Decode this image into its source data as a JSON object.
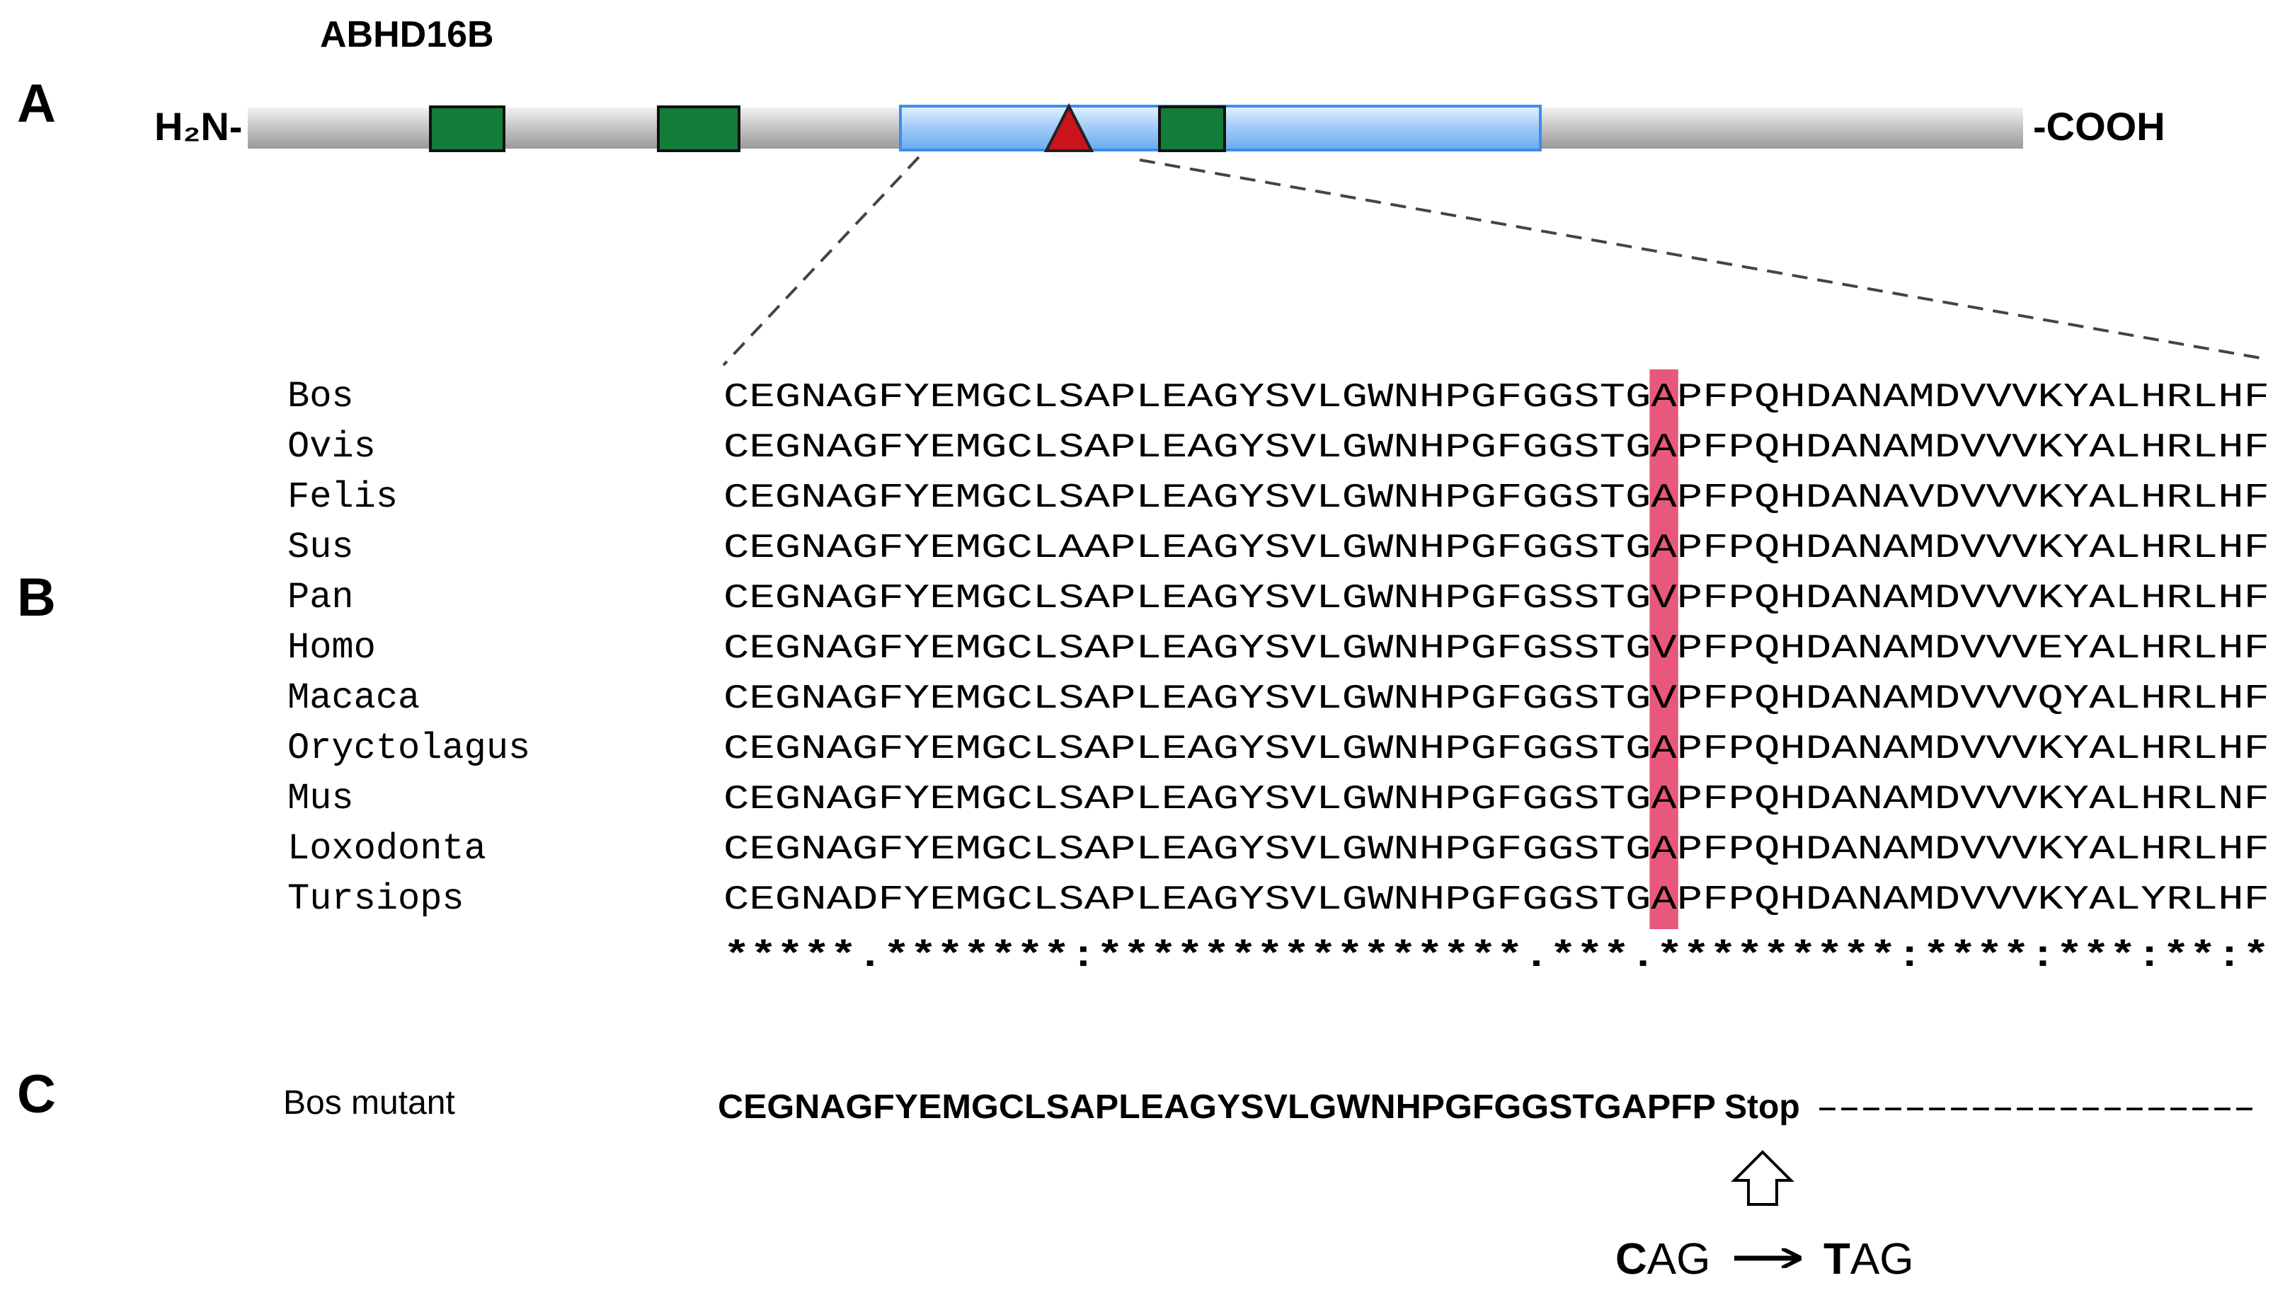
{
  "protein_name": "ABHD16B",
  "panel_labels": {
    "a": "A",
    "b": "B",
    "c": "C"
  },
  "schematic": {
    "n_terminus": "H₂N-",
    "c_terminus": "-COOH",
    "colors": {
      "backbone": "#bdbdbd",
      "motif": "#127c3b",
      "highlight_region": "#8fc3f5",
      "mutation_marker": "#c8141a"
    }
  },
  "alignment": {
    "highlight_color": "#e8587a",
    "highlight_column": 36,
    "species": [
      {
        "name": "Bos",
        "sequence": "CEGNAGFYEMGCLSAPLEAGYSVLGWNHPGFGGSTGAPFPQHDANAMDVVVKYALHRLHF"
      },
      {
        "name": "Ovis",
        "sequence": "CEGNAGFYEMGCLSAPLEAGYSVLGWNHPGFGGSTGAPFPQHDANAMDVVVKYALHRLHF"
      },
      {
        "name": "Felis",
        "sequence": "CEGNAGFYEMGCLSAPLEAGYSVLGWNHPGFGGSTGAPFPQHDANAVDVVVKYALHRLHF"
      },
      {
        "name": "Sus",
        "sequence": "CEGNAGFYEMGCLAAPLEAGYSVLGWNHPGFGGSTGAPFPQHDANAMDVVVKYALHRLHF"
      },
      {
        "name": "Pan",
        "sequence": "CEGNAGFYEMGCLSAPLEAGYSVLGWNHPGFGSSTGVPFPQHDANAMDVVVKYALHRLHF"
      },
      {
        "name": "Homo",
        "sequence": "CEGNAGFYEMGCLSAPLEAGYSVLGWNHPGFGSSTGVPFPQHDANAMDVVVEYALHRLHF"
      },
      {
        "name": "Macaca",
        "sequence": "CEGNAGFYEMGCLSAPLEAGYSVLGWNHPGFGGSTGVPFPQHDANAMDVVVQYALHRLHF"
      },
      {
        "name": "Oryctolagus",
        "sequence": "CEGNAGFYEMGCLSAPLEAGYSVLGWNHPGFGGSTGAPFPQHDANAMDVVVKYALHRLHF"
      },
      {
        "name": "Mus",
        "sequence": "CEGNAGFYEMGCLSAPLEAGYSVLGWNHPGFGGSTGAPFPQHDANAMDVVVKYALHRLNF"
      },
      {
        "name": "Loxodonta",
        "sequence": "CEGNAGFYEMGCLSAPLEAGYSVLGWNHPGFGGSTGAPFPQHDANAMDVVVKYALHRLHF"
      },
      {
        "name": "Tursiops",
        "sequence": "CEGNADFYEMGCLSAPLEAGYSVLGWNHPGFGGSTGAPFPQHDANAMDVVVKYALYRLHF"
      }
    ],
    "conservation": "*****.*******:****************.***.*********:****:***:**:*"
  },
  "mutant": {
    "label": "Bos mutant",
    "sequence": "CEGNAGFYEMGCLSAPLEAGYSVLGWNHPGFGGSTGAPFP",
    "stop": "Stop",
    "dashes": "--------------------",
    "codon_from": "CAG",
    "codon_to": "TAG"
  }
}
